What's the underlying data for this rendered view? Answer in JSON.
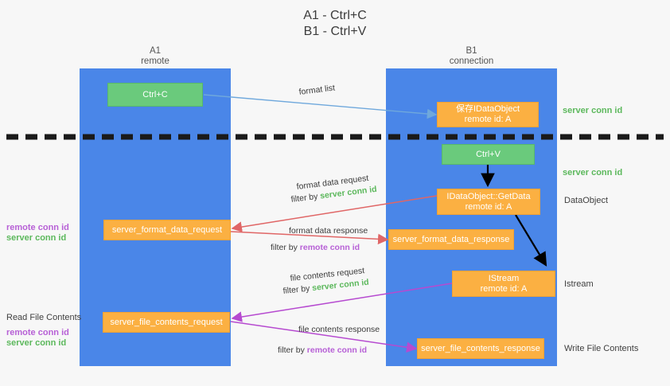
{
  "title": {
    "line1": "A1 - Ctrl+C",
    "line2": "B1 - Ctrl+V"
  },
  "columns": [
    {
      "name": "A1",
      "sub": "remote"
    },
    {
      "name": "B1",
      "sub": "connection"
    }
  ],
  "boxes": {
    "ctrl_c": {
      "label": "Ctrl+C"
    },
    "store_idataobject": {
      "line1": "保存IDataObject",
      "line2": "remote id: A"
    },
    "ctrl_v": {
      "label": "Ctrl+V"
    },
    "getdata": {
      "line1": "IDataObject::GetData",
      "line2": "remote id: A"
    },
    "server_format_data_request": {
      "label": "server_format_data_request"
    },
    "server_format_data_response": {
      "label": "server_format_data_response"
    },
    "istream": {
      "line1": "IStream",
      "line2": "remote id: A"
    },
    "server_file_contents_request": {
      "label": "server_file_contents_request"
    },
    "server_file_contents_response": {
      "label": "server_file_contents_response"
    }
  },
  "arrow_labels": {
    "format_list": "format list",
    "format_data_request": "format data request",
    "format_data_request_filter_prefix": "filter by ",
    "format_data_request_filter_value": "server conn id",
    "format_data_response": "format data response",
    "format_data_response_filter_prefix": "filter by ",
    "format_data_response_filter_value": "remote conn id",
    "file_contents_request": "file contents request",
    "file_contents_request_filter_prefix": "filter by ",
    "file_contents_request_filter_value": "server conn id",
    "file_contents_response": "file contents response",
    "file_contents_response_filter_prefix": "filter by ",
    "file_contents_response_filter_value": "remote conn id"
  },
  "right_notes": {
    "server_conn_id_top": "server conn id",
    "server_conn_id_mid": "server conn id",
    "dataobject": "DataObject",
    "istream": "Istream",
    "write_file_contents": "Write File Contents"
  },
  "left_notes": {
    "remote_conn_id_mid": "remote conn id",
    "server_conn_id_mid": "server conn id",
    "read_file_contents": "Read File Contents",
    "remote_conn_id_bottom": "remote conn id",
    "server_conn_id_bottom": "server conn id"
  },
  "colors": {
    "lane": "#4a86e8",
    "green_box": "#6aca7c",
    "orange_box": "#fbb042",
    "green_text": "#5cb85c",
    "purple_text": "#b760d6",
    "arrow_red": "#e06666",
    "arrow_purple": "#b64ad0",
    "arrow_blue": "#6fa8dc",
    "arrow_black": "#000000",
    "background": "#f7f7f7"
  }
}
